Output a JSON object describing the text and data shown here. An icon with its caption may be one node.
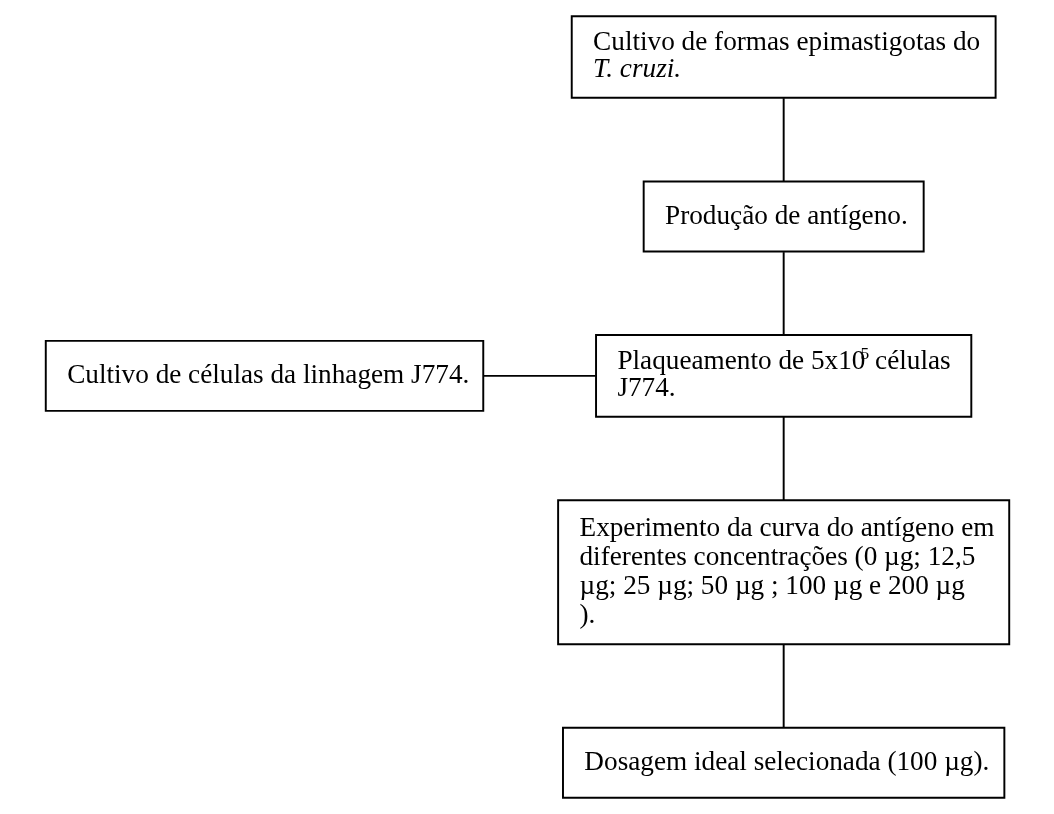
{
  "diagram": {
    "nodes": [
      {
        "text": [
          "Cultivo de formas epimastigotas do *T. cruzi.*"
        ]
      },
      {
        "text": [
          "Produção de antígeno."
        ]
      },
      {
        "text": [
          "Plaqueamento de 5x10$^{5}$ células J774."
        ]
      },
      {
        "text": [
          "Cultivo de células da linhagem J774."
        ]
      },
      {
        "text": [
          "Experimento da curva do antígeno em diferentes concentrações (0 µg; 12,5 µg; 25 µg; 50 µg ; 100 µg e 200 µg )."
        ]
      },
      {
        "text": [
          "Dosagem ideal selecionada (100 µg)."
        ]
      }
    ],
    "edges": [
      {
        "from": 0,
        "to": 1,
        "arrow": "none"
      },
      {
        "from": 1,
        "to": 2,
        "arrow": "none"
      },
      {
        "from": 3,
        "to": 2,
        "arrow": "none"
      },
      {
        "from": 2,
        "to": 4,
        "arrow": "none"
      },
      {
        "from": 4,
        "to": 5,
        "arrow": "none"
      }
    ]
  }
}
